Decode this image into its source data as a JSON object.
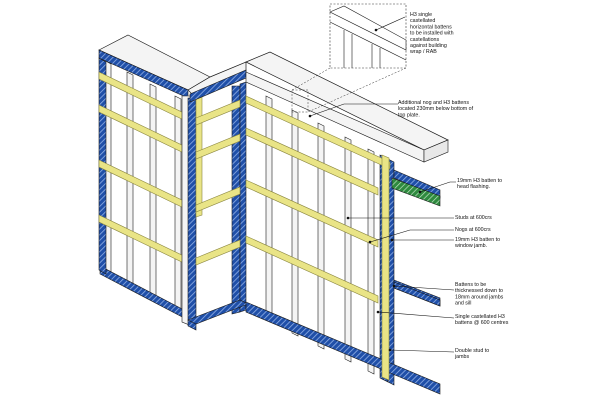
{
  "diagram": {
    "colors": {
      "frame_blue": "#1f4fa8",
      "frame_hatch": "#93b1e6",
      "stud_white": "#f4f4f4",
      "batten_yellow": "#e9e486",
      "batten_edge": "#8a8640",
      "flashing_green": "#2e8a3e",
      "outline": "#1a1a1a"
    },
    "callouts": {
      "inset_note": [
        "H3 single",
        "castellated",
        "horizontal battens",
        "to be installed with",
        "castellations",
        "against building",
        "wrap / RAB"
      ],
      "nog_note": [
        "Additional nog and H3 battens",
        "located 230mm below bottom of",
        "top plate."
      ],
      "head_flashing": [
        "19mm H3 batten to",
        "head flashing."
      ],
      "studs": [
        "Studs at 600crs"
      ],
      "nogs": [
        "Nogs at 600crs"
      ],
      "window_jamb": [
        "19mm H3 batten to",
        "window jamb."
      ],
      "thicknessed": [
        "Battens to be",
        "thicknessed down to",
        "18mm around jambs",
        "and sill"
      ],
      "castellated": [
        "Single castellated H3",
        "battens @ 600 centres"
      ],
      "double_stud": [
        "Double stud to",
        "jambs"
      ]
    }
  }
}
